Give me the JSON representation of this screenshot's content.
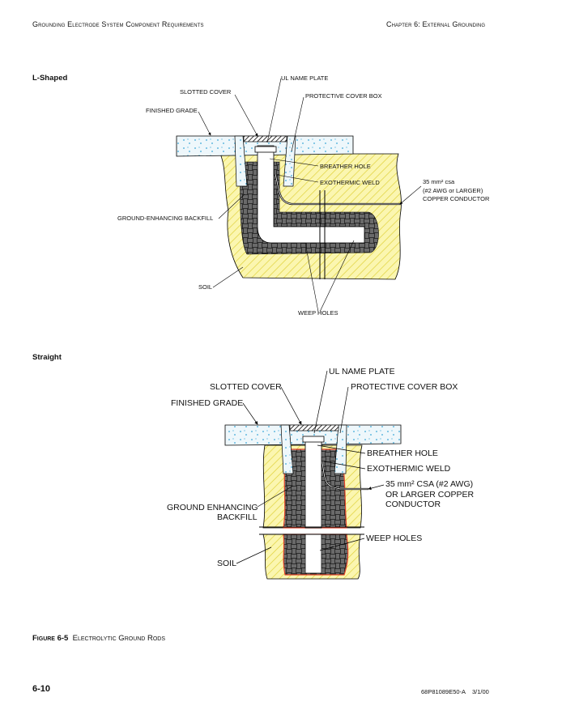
{
  "header": {
    "left": "Grounding Electrode System Component Requirements",
    "right": "Chapter 6: External Grounding"
  },
  "figure1": {
    "subtitle": "L-Shaped",
    "labels": {
      "ul_name_plate": "UL NAME PLATE",
      "slotted_cover": "SLOTTED COVER",
      "protective_cover_box": "PROTECTIVE COVER BOX",
      "finished_grade": "FINISHED GRADE",
      "breather_hole": "BREATHER HOLE",
      "exothermic_weld": "EXOTHERMIC  WELD",
      "conductor_line1": "35 mm² csa",
      "conductor_line2": "(#2 AWG or LARGER)",
      "conductor_line3": "COPPER CONDUCTOR",
      "backfill": "GROUND-ENHANCING BACKFILL",
      "soil": "SOIL",
      "weep_holes": "WEEP HOLES"
    }
  },
  "figure2": {
    "subtitle": "Straight",
    "labels": {
      "ul_name_plate": "UL NAME PLATE",
      "slotted_cover": "SLOTTED COVER",
      "protective_cover_box": "PROTECTIVE COVER BOX",
      "finished_grade": "FINISHED GRADE",
      "breather_hole": "BREATHER HOLE",
      "exothermic_weld": "EXOTHERMIC WELD",
      "conductor_line1": "35 mm² CSA (#2 AWG)",
      "conductor_line2": "OR LARGER COPPER",
      "conductor_line3": "CONDUCTOR",
      "backfill_line1": "GROUND ENHANCING",
      "backfill_line2": "BACKFILL",
      "weep_holes": "WEEP HOLES",
      "soil": "SOIL"
    }
  },
  "caption": {
    "number": "Figure 6-5",
    "title": "Electrolytic Ground Rods"
  },
  "footer": {
    "page": "6-10",
    "doc": "68P81089E50-A    3/1/00"
  },
  "colors": {
    "soil": "#fbf6b0",
    "hatch": "#e0d23a",
    "concrete_dots": "#3aa7d8",
    "backfill": "#3a3a3a",
    "outline_red": "#e0442a"
  }
}
